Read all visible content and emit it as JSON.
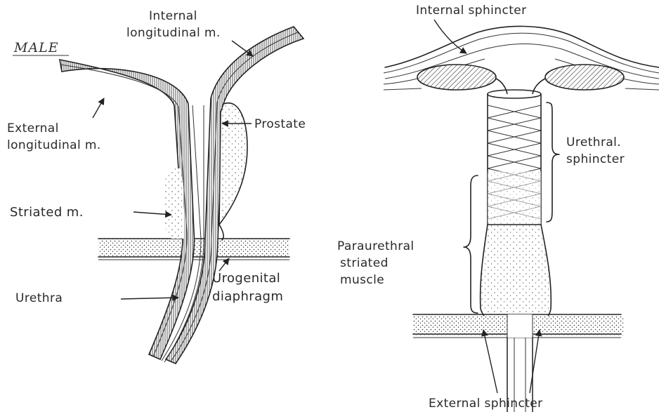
{
  "left_panel": {
    "title": "MALE",
    "labels": {
      "internal_line1": "Internal",
      "internal_line2": "longitudinal m.",
      "external_line1": "External",
      "external_line2": "longitudinal m.",
      "prostate": "Prostate",
      "striated": "Striated m.",
      "urethra": "Urethra",
      "urogenital_line1": "Urogenital",
      "urogenital_line2": "diaphragm"
    }
  },
  "right_panel": {
    "labels": {
      "internal_sphincter": "Internal sphincter",
      "urethral_line1": "Urethral.",
      "urethral_line2": "sphincter",
      "paraurethral_line1": "Paraurethral",
      "paraurethral_line2": "striated",
      "paraurethral_line3": "muscle",
      "external_sphincter": "External sphincter"
    }
  }
}
